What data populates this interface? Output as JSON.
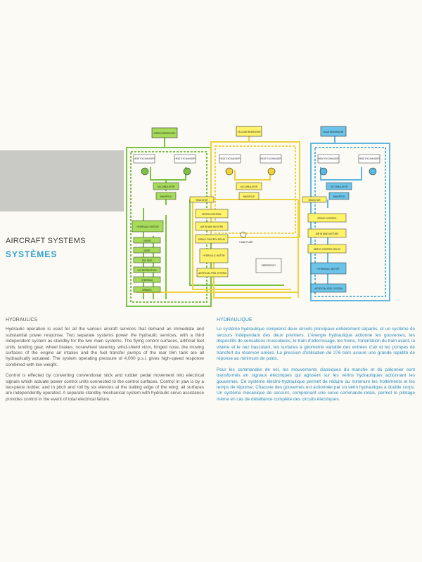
{
  "section": {
    "title_en": "AIRCRAFT SYSTEMS",
    "title_fr": "SYSTÈMES"
  },
  "english": {
    "heading": "HYDRAULICS",
    "para1": "Hydraulic operation is used for all the various aircraft services that demand an immediate and substantial power response. Two separate systems power the hydraulic services, with a third independent system as standby for the two main systems. The flying control surfaces, artificial feel units, landing gear, wheel brakes, nosewheel steering, wind-shield vizor, hinged nose, the moving surfaces of the engine air intakes and the fuel transfer pumps of the rear trim tank are all hydraulically actuated. The system operating pressure of 4,000 p.s.i. gives high-speed response combined with low weight.",
    "para2": "Control is effected by converting conventional stick and rudder pedal movement into electrical signals which actuate power control units connected to the control surfaces. Control in yaw is by a two-piece rudder, and in pitch and roll by six elevons at the trailing edge of the wing; all surfaces are independently operated. A separate standby mechanical system with hydraulic servo assistance provides control in the event of total electrical failure."
  },
  "french": {
    "heading": "HYDRAULIQUE",
    "para1": "Le système hydraulique comprend deux circuits principaux entièrement séparés, et un système de secours indépendant des deux premiers. L'énergie hydraulique actionne les gouvernes, les dispositifs de sensations musculaires, le train d'atterrissage, les freins, l'orientation du train avant, la visière et le nez basculant, les surfaces à géométrie variable des entrées d'air et les pompes de transfert du réservoir arrière. La pression d'utilisation de 276 bars assure une grande rapidité de réponse au minimum de poids.",
    "para2": "Pour les commandes de vol, les mouvements classiques du manche et du palonnier sont transformés en signaux électriques qui agissent sur les vérins hydrauliques actionnant les gouvernes. Ce système électro-hydraulique permet de réduire au minimum les frottements et les temps de réponse. Chacune des gouvernes est actionnée par un vérin hydraulique à double corps. Un système mécanique de secours, comprenant une servo commande-relais, permet le pilotage même en cas de défaillance complète des circuits électriques."
  },
  "diagram": {
    "colors": {
      "green": "#7cc242",
      "yellow": "#f0d23a",
      "blue": "#5fb7e0",
      "box": "#fff36b",
      "greenbox": "#a6dc5a",
      "bluebox": "#6cc4ea"
    },
    "labels": {
      "green_res": "GREEN RESERVOIR",
      "yellow_res": "YELLOW RESERVOIR",
      "blue_res": "BLUE RESERVOIR",
      "heat_exch": "HEAT EXCHANGER",
      "accumulator": "ACCUMULATOR",
      "manifold": "MANIFOLD",
      "selector": "SELECTOR",
      "hyd_motor": "HYDRAULIC MOTOR",
      "servo_pfc": "SERVO CONTROL",
      "servo_relay": "SERVO CONTROL RELAY",
      "air_intake": "AIR INTAKE MOTORS",
      "artificial_feel": "ARTIFICIAL FEEL SYSTEM",
      "hand_pump": "HAND PUMP",
      "emergency": "EMERGENCY",
      "visor": "VISOR",
      "nose": "NOSE",
      "tail_skid": "TAIL SKID",
      "landing_gear": "U/C RETRACTION",
      "steering": "STEERING",
      "brakes": "BRAKES"
    }
  }
}
